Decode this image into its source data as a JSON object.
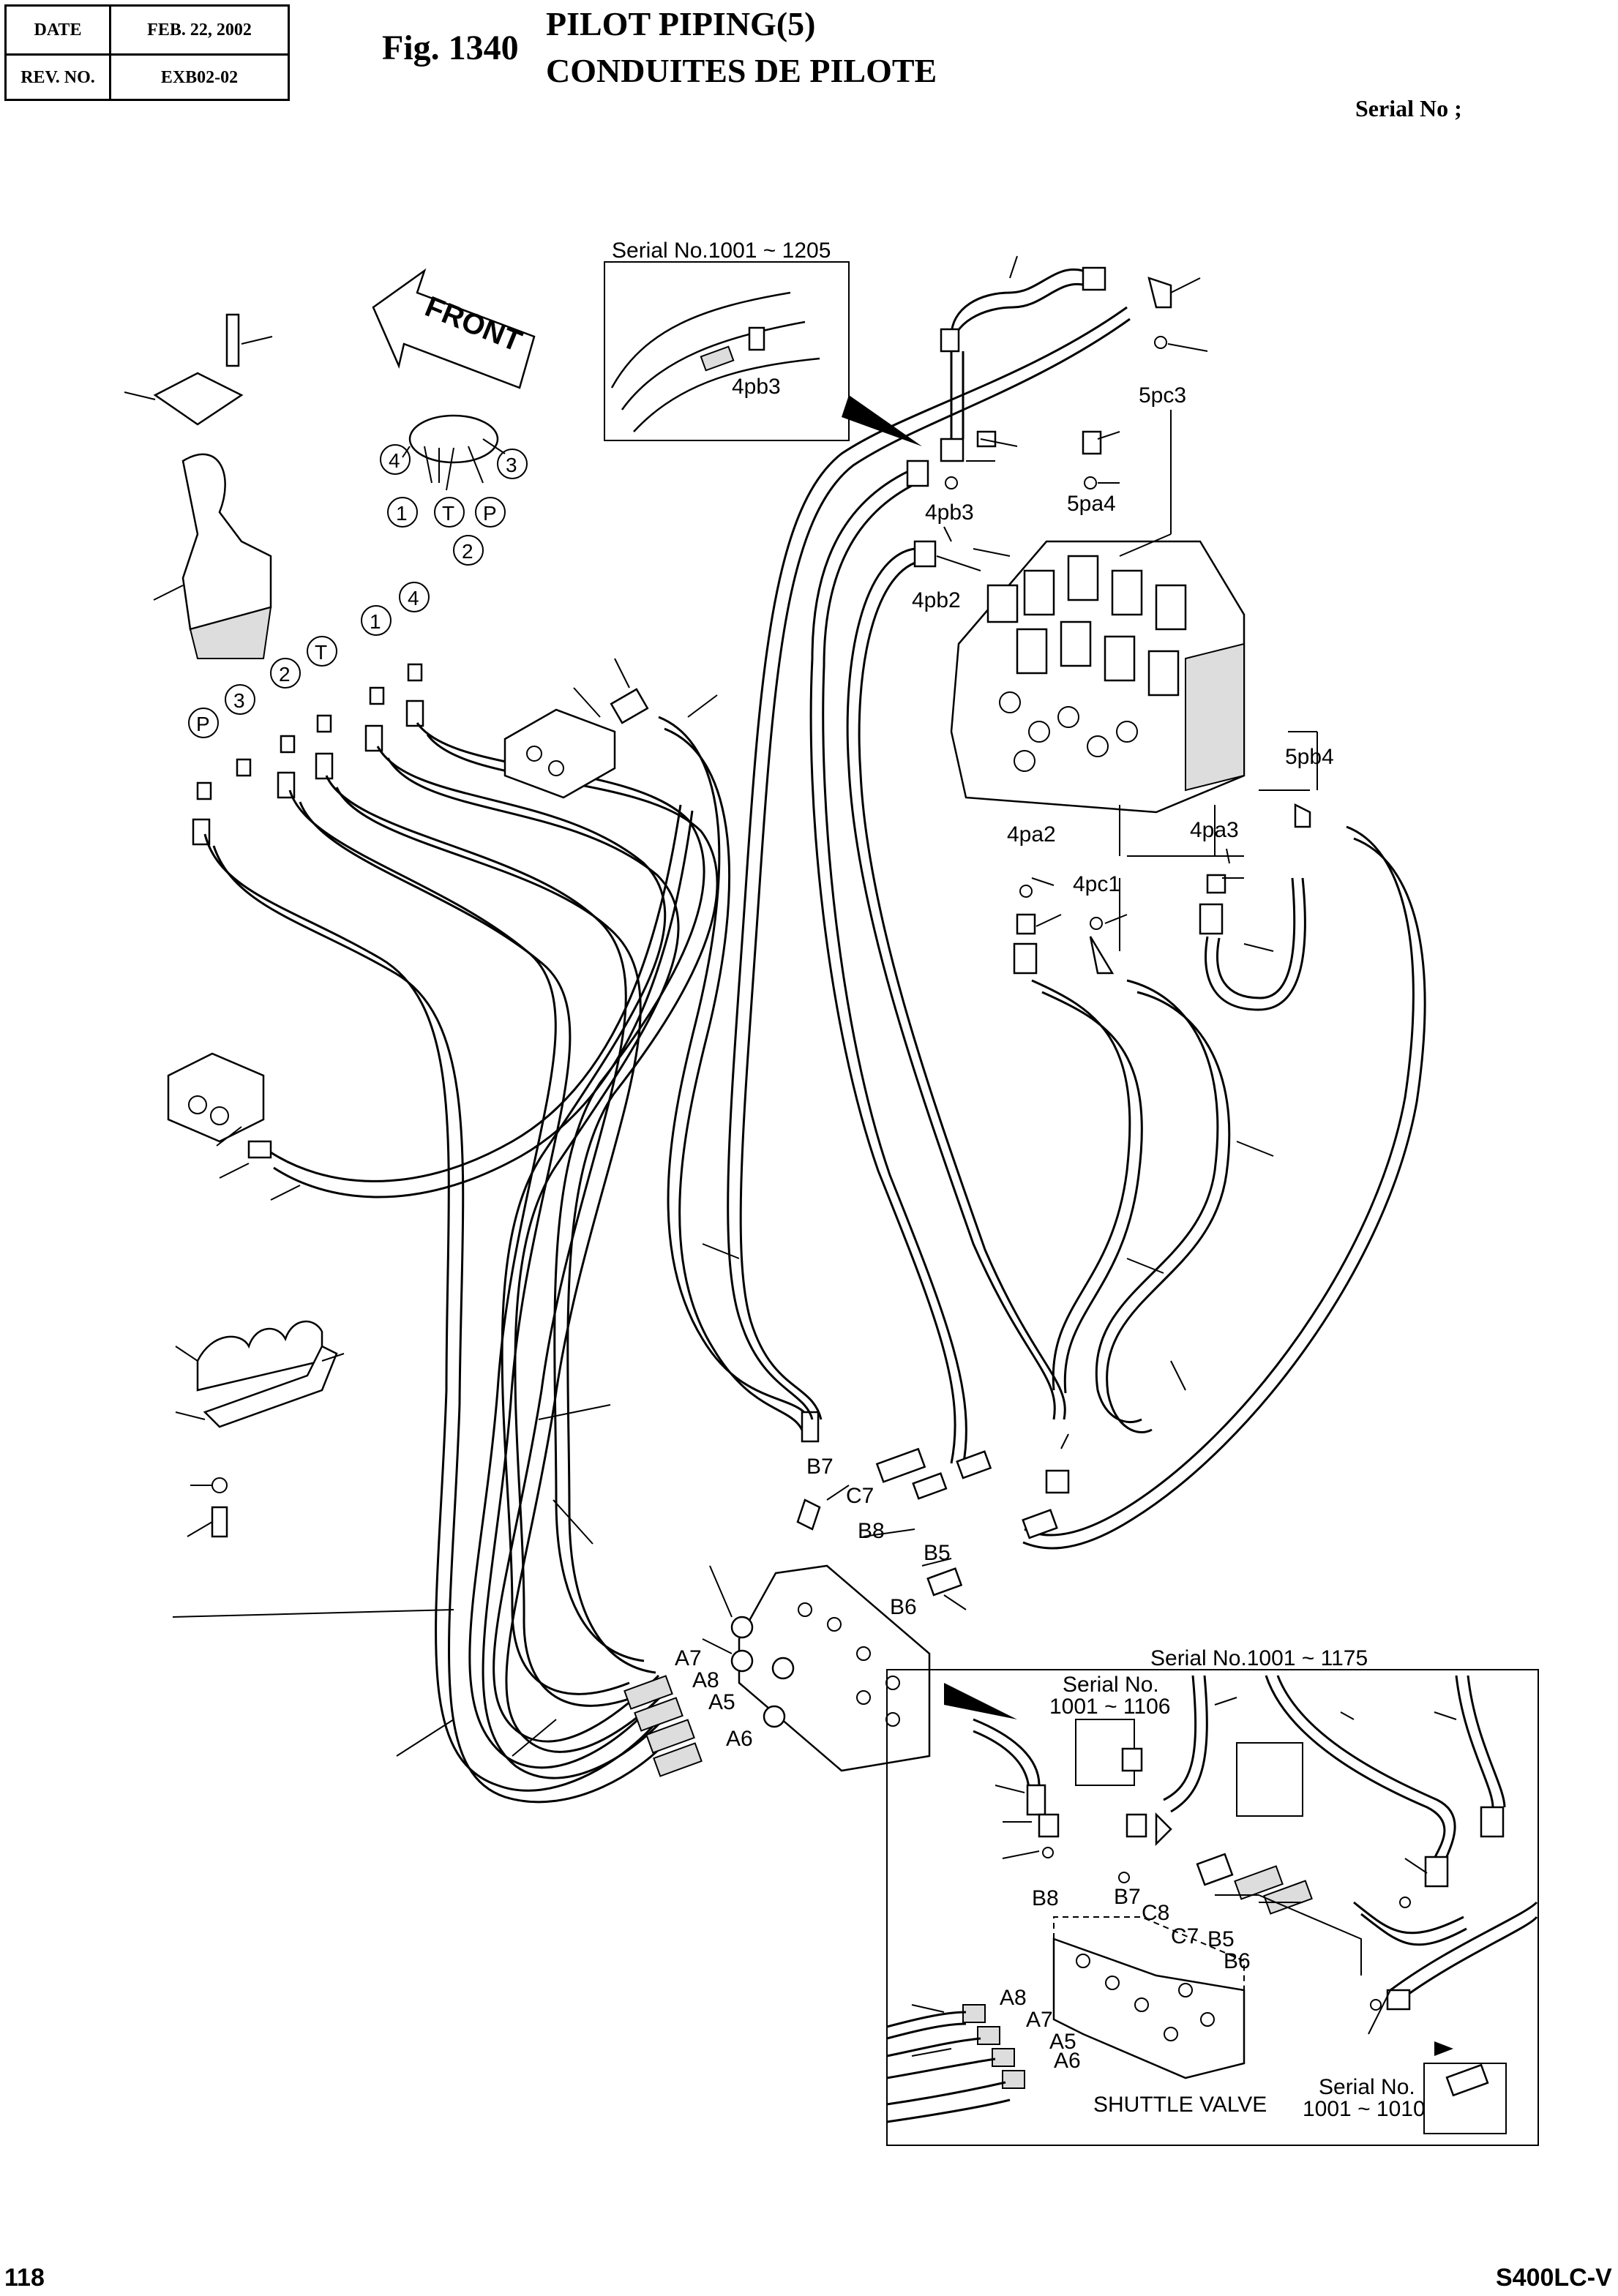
{
  "header": {
    "date_label": "DATE",
    "date_value": "FEB. 22, 2002",
    "rev_label": "REV. NO.",
    "rev_value": "EXB02-02"
  },
  "figure": {
    "number": "Fig. 1340",
    "title_en": "PILOT PIPING(5)",
    "title_fr": "CONDUITES DE PILOTE",
    "serial": "Serial No ;"
  },
  "arrow_label": "FRONT",
  "insets": {
    "top": "Serial No.1001 ~ 1205",
    "top_port": "4pb3",
    "bottom": "Serial No.1001 ~ 1175",
    "bottom_sub1": "Serial No.",
    "bottom_sub1_range": "1001 ~ 1106",
    "bottom_sub2": "Serial No.",
    "bottom_sub2_range": "1001 ~ 1010",
    "shuttle_valve": "SHUTTLE VALVE"
  },
  "control_ports": [
    "1",
    "T",
    "P",
    "2",
    "3",
    "4"
  ],
  "valve_ports": [
    "4pb3",
    "5pa4",
    "5pc3",
    "4pb2",
    "5pb4",
    "4pa2",
    "4pa3",
    "4pc1"
  ],
  "shuttle_ports": [
    "B7",
    "C7",
    "B8",
    "B5",
    "B6",
    "A7",
    "A8",
    "A5",
    "A6"
  ],
  "inset_ports": [
    "B8",
    "B7",
    "C8",
    "C7",
    "B5",
    "B6",
    "A8",
    "A7",
    "A5",
    "A6"
  ],
  "footer": {
    "page": "118",
    "model": "S400LC-V"
  }
}
